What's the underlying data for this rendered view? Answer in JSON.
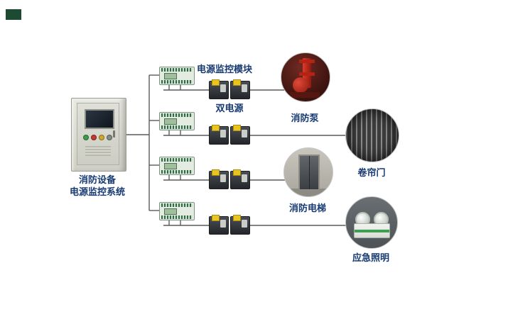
{
  "diagram": {
    "cabinet": {
      "label_line1": "消防设备",
      "label_line2": "电源监控系统"
    },
    "annotations": {
      "module_label": "电源监控模块",
      "dual_power_label": "双电源"
    },
    "devices": [
      {
        "id": "fire-pump",
        "label": "消防泵"
      },
      {
        "id": "roller-shutter",
        "label": "卷帘门"
      },
      {
        "id": "fire-elevator",
        "label": "消防电梯"
      },
      {
        "id": "emergency-lighting",
        "label": "应急照明"
      }
    ],
    "colors": {
      "label_text": "#173a72",
      "wire": "#5a5a5a",
      "logo_block": "#1d4a33",
      "module_green": "#2e6b46",
      "ats_yellow": "#e8c520",
      "pump_red": "#c1281a",
      "emergency_green": "#3f9e52"
    }
  }
}
